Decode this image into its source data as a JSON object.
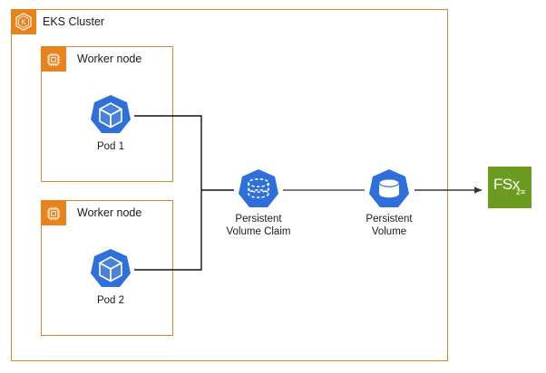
{
  "diagram": {
    "title_visible": false,
    "colors": {
      "aws_orange": "#E8821A",
      "group_border_orange": "#D9872A",
      "kubernetes_blue": "#2F6FDB",
      "fsx_green": "#6B9B1F",
      "connector_gray": "#555555",
      "connector_black": "#111111",
      "text": "#1a1a1a"
    },
    "groups": [
      {
        "name": "eks-cluster",
        "label": "EKS Cluster",
        "icon": "eks-kubernetes-icon"
      },
      {
        "name": "worker-node-1",
        "label": "Worker node",
        "icon": "worker-node-cpu-icon"
      },
      {
        "name": "worker-node-2",
        "label": "Worker node",
        "icon": "worker-node-cpu-icon"
      }
    ],
    "nodes": [
      {
        "name": "pod-1",
        "label": "Pod 1",
        "icon": "kubernetes-pod-icon"
      },
      {
        "name": "pod-2",
        "label": "Pod 2",
        "icon": "kubernetes-pod-icon"
      },
      {
        "name": "persistent-volume-claim",
        "label": "Persistent\nVolume Claim",
        "icon": "kubernetes-pvc-icon"
      },
      {
        "name": "persistent-volume",
        "label": "Persistent\nVolume",
        "icon": "kubernetes-pv-icon"
      },
      {
        "name": "amazon-fsx",
        "label": "FSx",
        "sublabel": "z",
        "icon": "aws-fsx-icon"
      }
    ]
  }
}
